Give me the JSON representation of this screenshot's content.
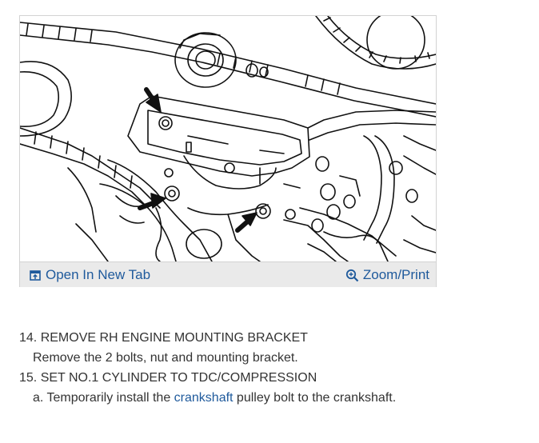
{
  "figure": {
    "open_tab_label": "Open In New Tab",
    "zoom_print_label": "Zoom/Print",
    "accent_color": "#1f5a9c",
    "toolbar_bg": "#eaeaea",
    "icons": {
      "open_tab": "open-new-tab-icon",
      "zoom": "magnifier-icon"
    }
  },
  "steps": {
    "step14_heading": "14. REMOVE RH ENGINE MOUNTING BRACKET",
    "step14_body": "Remove the 2 bolts, nut and mounting bracket.",
    "step15_heading": "15. SET NO.1 CYLINDER TO TDC/COMPRESSION",
    "step15a_prefix": "a. Temporarily install the ",
    "step15a_link": "crankshaft",
    "step15a_suffix": " pulley bolt to the crankshaft."
  }
}
